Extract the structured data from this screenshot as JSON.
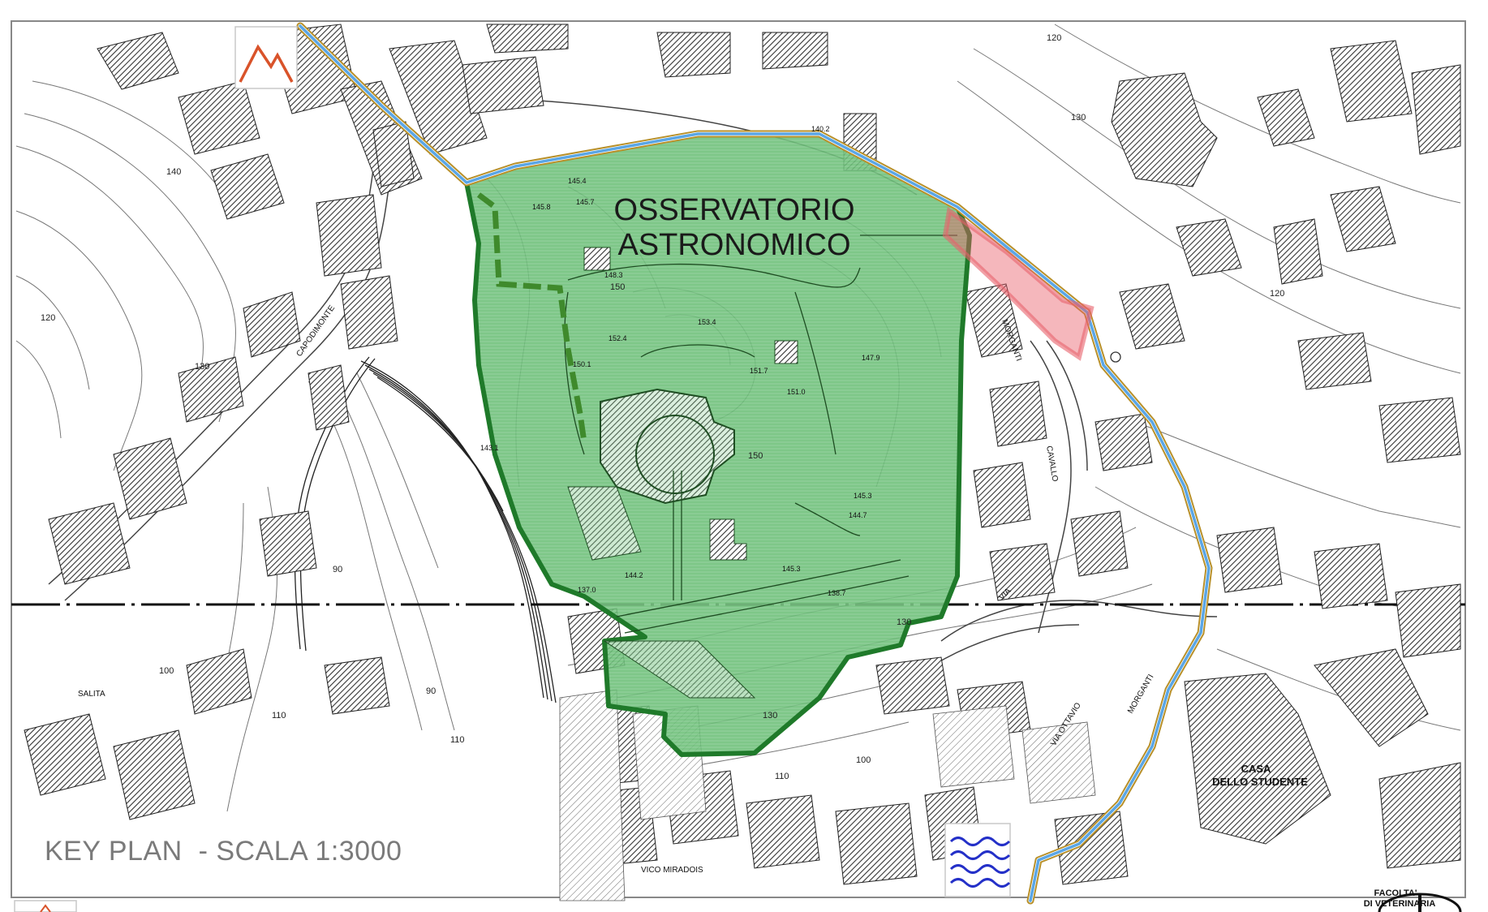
{
  "keyplan_label": "KEY PLAN  - SCALA 1:3000",
  "site": {
    "title_line1": "OSSERVATORIO",
    "title_line2": "ASTRONOMICO",
    "fill_color": "#5bb36a",
    "border_color": "#1f7a2a"
  },
  "buildings": {
    "casa_line1": "CASA",
    "casa_line2": "DELLO STUDENTE",
    "facolta_line1": "FACOLTA'",
    "facolta_line2": "DI VETERINARIA"
  },
  "streets": {
    "via_morgani": "MORGANTI",
    "via_ottavio": "VIA OTTAVIO",
    "vico_miradois": "VICO MIRADOIS",
    "via": "VIA",
    "salita": "SALITA",
    "capodimonte": "CAPODIMONTE",
    "cavallo": "CAVALLO"
  },
  "contours": [
    "120",
    "130",
    "140",
    "150",
    "110",
    "100",
    "90"
  ],
  "spot_heights": [
    "145.4",
    "145.8",
    "145.7",
    "148.3",
    "153.4",
    "152.4",
    "150.1",
    "151.7",
    "151.0",
    "147.9",
    "145.3",
    "144.7",
    "145.3",
    "138.7",
    "144.2",
    "137.0",
    "140.2",
    "143.1"
  ],
  "icons": {
    "mountain": "mountain-icon",
    "water": "water-waves-icon",
    "north": "north-arrow-icon"
  },
  "colors": {
    "path_blue": "#5aa6e6",
    "path_gold": "#b8902a",
    "highlight_red": "#e8606a",
    "green_dashed": "#3f8a2c",
    "mountain_red": "#d9532a",
    "water_blue": "#2430c8"
  }
}
